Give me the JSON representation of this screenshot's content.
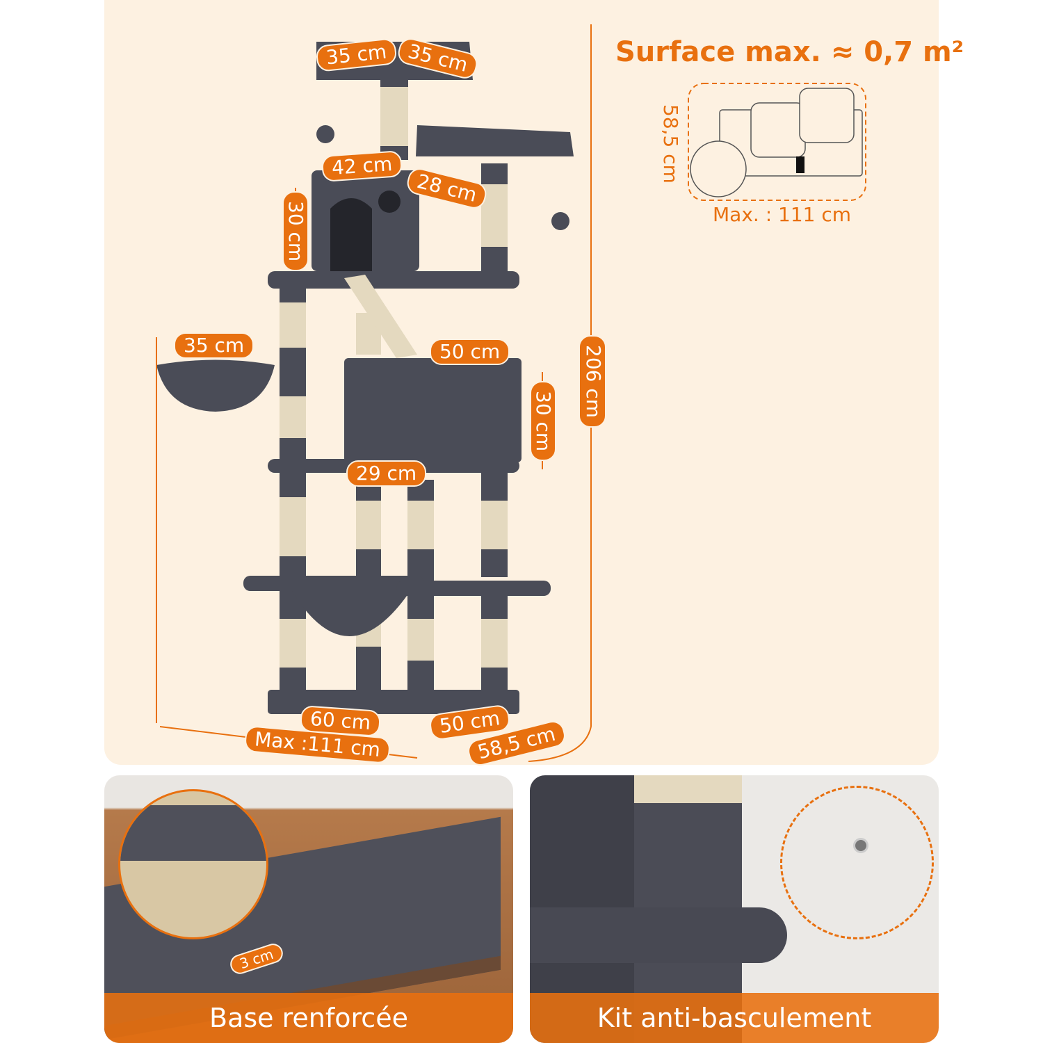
{
  "surface": {
    "title": "Surface max. ≈ 0,7 m²",
    "depth": "58,5 cm",
    "width": "Max. : 111 cm"
  },
  "dimensions": {
    "top_perch_left": "35 cm",
    "top_perch_right": "35 cm",
    "condo_width": "42 cm",
    "side_perch_depth": "28 cm",
    "condo_height": "30 cm",
    "basket": "35 cm",
    "middle_condo_width": "50 cm",
    "middle_condo_height": "30 cm",
    "middle_condo_depth": "29 cm",
    "base_width": "60 cm",
    "base_depth": "50 cm",
    "max_width": "Max :111 cm",
    "max_depth": "58,5 cm",
    "total_height": "206 cm"
  },
  "panels": [
    {
      "caption": "Base renforcée",
      "detail": "3 cm"
    },
    {
      "caption": "Kit anti-basculement"
    }
  ],
  "colors": {
    "accent": "#e8700f",
    "background": "#fdf1e1",
    "plush": "#4a4c57",
    "sisal": "#e4d9bf"
  }
}
